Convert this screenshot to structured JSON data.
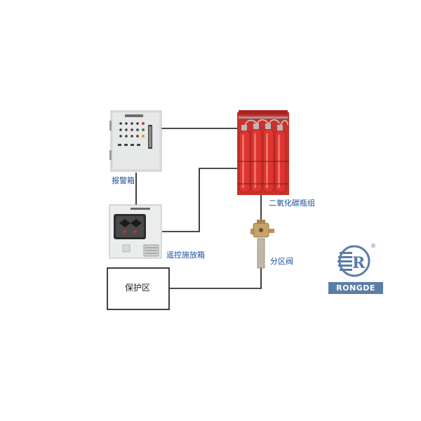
{
  "labels": {
    "alarm_box": "报警箱",
    "cylinder_group": "二氧化碳瓶组",
    "remote_box": "遥控施放箱",
    "zone_valve": "分区阀",
    "protected_zone": "保护区"
  },
  "logo": {
    "text": "RONGDE",
    "registered_mark": "®",
    "brand_color": "#5b7ea8"
  },
  "colors": {
    "line": "#111111",
    "label": "#1a4f9c",
    "cylinder": "#d42a24",
    "cabinet": "#e9eaea"
  }
}
